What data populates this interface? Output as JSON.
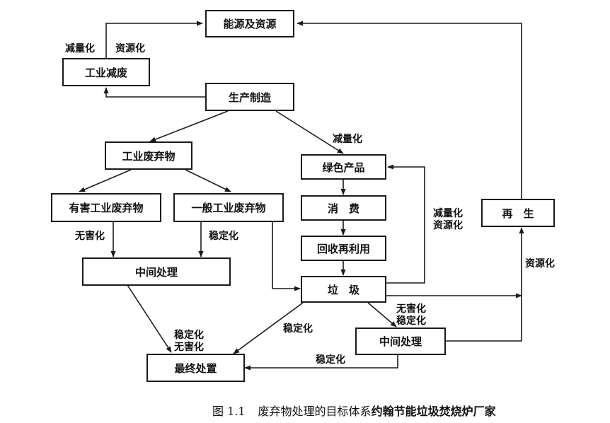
{
  "nodes": {
    "energy": "能源及资源",
    "industry_reduce": "工业减废",
    "production": "生产制造",
    "industrial_waste": "工业废弃物",
    "green_product": "绿色产品",
    "hazardous_waste": "有害工业废弃物",
    "general_waste": "一般工业废弃物",
    "consumption": "消　费",
    "recycle": "回收再利用",
    "regenerate": "再　生",
    "intermediate_left": "中间处理",
    "garbage": "垃　圾",
    "intermediate_right": "中间处理",
    "final_disposal": "最终处置"
  },
  "labels": {
    "reduce_top": "减量化",
    "resource_top": "资源化",
    "reduce_green": "减量化",
    "reduce_resource_1": "减量化",
    "reduce_resource_2": "资源化",
    "harmless_left": "无害化",
    "stabilize_mid": "稳定化",
    "resource_right": "资源化",
    "harmless_stab_1": "无害化",
    "harmless_stab_2": "稳定化",
    "stabilize_garbage": "稳定化",
    "stab_final_1": "稳定化",
    "stab_final_2": "无害化",
    "stabilize_bottom": "稳定化"
  },
  "caption": {
    "number": "图 1.1",
    "text": "废弃物处理的目标体系",
    "mark": "约翰节能垃圾焚烧炉厂家"
  }
}
